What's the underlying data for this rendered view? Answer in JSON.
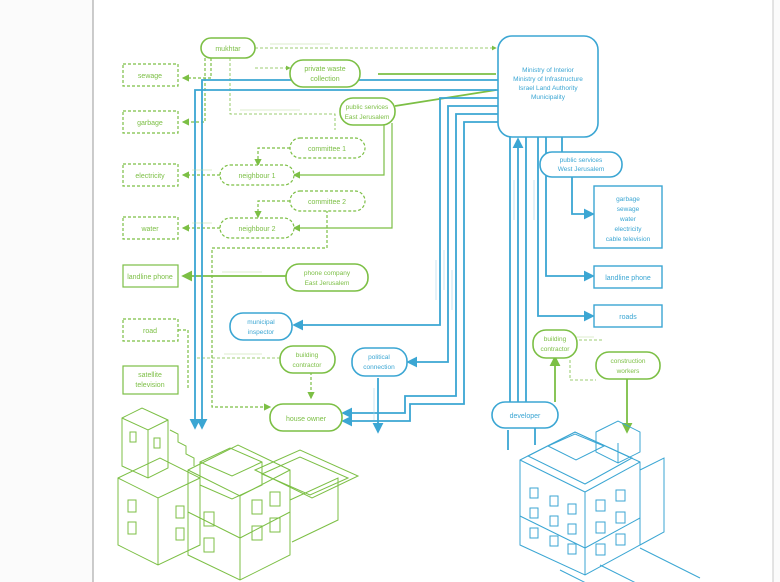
{
  "colors": {
    "green": "#7cbf45",
    "blue": "#3ba6d3",
    "frame": "#9a9a9a",
    "background": "#fbfbfb",
    "panel": "#ffffff"
  },
  "nodes": {
    "mukhtar": "mukhtar",
    "sewage_left": "sewage",
    "garbage_left": "garbage",
    "electricity_left": "electricity",
    "water_left": "water",
    "landline_left": "landline phone",
    "road_left": "road",
    "satellite_tv": [
      "satellite",
      "television"
    ],
    "private_waste": [
      "private waste",
      "collection"
    ],
    "public_services_east": [
      "public services",
      "East Jerusalem"
    ],
    "committee_1": "committee 1",
    "committee_2": "committee 2",
    "neighbour_1": "neighbour 1",
    "neighbour_2": "neighbour 2",
    "phone_company": [
      "phone company",
      "East Jerusalem"
    ],
    "building_contractor_left": [
      "building",
      "contractor"
    ],
    "house_owner": "house owner",
    "municipal_inspector": [
      "municipal",
      "inspector"
    ],
    "political_connection": [
      "political",
      "connection"
    ],
    "ministry": [
      "Ministry of Interior",
      "Ministry of Infrastructure",
      "Israel Land Authority",
      "Municipality"
    ],
    "public_services_west": [
      "public services",
      "West Jerusalem"
    ],
    "services_list": [
      "garbage",
      "sewage",
      "water",
      "electricity",
      "cable television"
    ],
    "landline_right": "landline phone",
    "roads": "roads",
    "building_contractor_right": [
      "building",
      "contractor"
    ],
    "construction_workers": [
      "construction",
      "workers"
    ],
    "developer": "developer"
  }
}
